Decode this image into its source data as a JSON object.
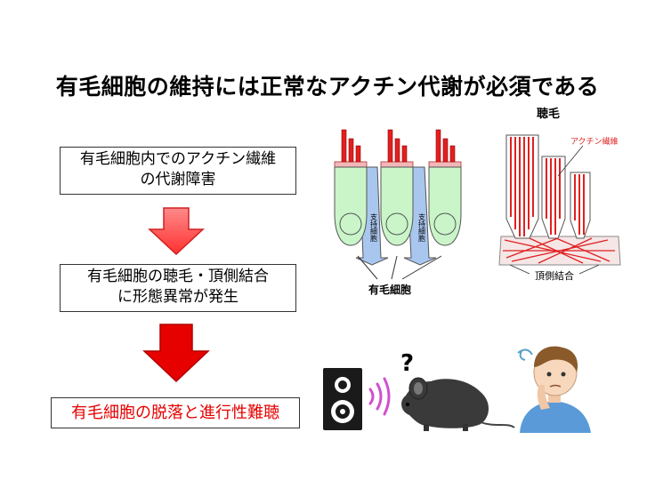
{
  "title": "有毛細胞の維持には正常なアクチン代謝が必須である",
  "flow": {
    "step1_line1": "有毛細胞内でのアクチン繊維",
    "step1_line2": "の代謝障害",
    "step2_line1": "有毛細胞の聴毛・頂側結合",
    "step2_line2": "に形態異常が発生",
    "step3": "有毛細胞の脱落と進行性難聴"
  },
  "diagram_left": {
    "support_cell_label": "支持細胞",
    "hair_cell_label": "有毛細胞"
  },
  "diagram_right": {
    "heading": "聴毛",
    "actin_label": "アクチン繊維",
    "junction_label": "頂側結合"
  },
  "question_mark": "?",
  "colors": {
    "arrow_light": "#ff5a5a",
    "arrow_dark": "#e60000",
    "hair_cell_green": "#c9f5c9",
    "support_cell_blue": "#a9c6ee",
    "stereocilia_red": "#e02020",
    "result_text": "#e60000"
  },
  "icons": [
    "speaker-icon",
    "sound-wave-icon",
    "mouse-icon",
    "confused-person-icon"
  ]
}
